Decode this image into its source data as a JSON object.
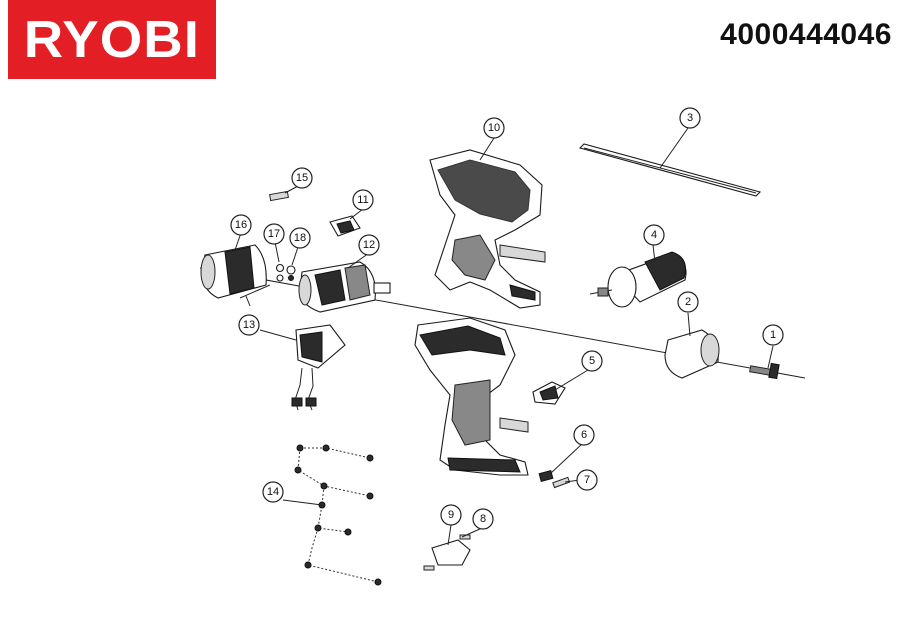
{
  "brand": {
    "name": "RYOBI",
    "color": "#e31e24"
  },
  "document": {
    "part_number": "4000444046"
  },
  "callouts": [
    {
      "id": "1",
      "label": "1"
    },
    {
      "id": "2",
      "label": "2"
    },
    {
      "id": "3",
      "label": "3"
    },
    {
      "id": "4",
      "label": "4"
    },
    {
      "id": "5",
      "label": "5"
    },
    {
      "id": "6",
      "label": "6"
    },
    {
      "id": "7",
      "label": "7"
    },
    {
      "id": "8",
      "label": "8"
    },
    {
      "id": "9",
      "label": "9"
    },
    {
      "id": "10",
      "label": "10"
    },
    {
      "id": "11",
      "label": "11"
    },
    {
      "id": "12",
      "label": "12"
    },
    {
      "id": "13",
      "label": "13"
    },
    {
      "id": "14",
      "label": "14"
    },
    {
      "id": "15",
      "label": "15"
    },
    {
      "id": "16",
      "label": "16"
    },
    {
      "id": "17",
      "label": "17"
    },
    {
      "id": "18",
      "label": "18"
    }
  ]
}
